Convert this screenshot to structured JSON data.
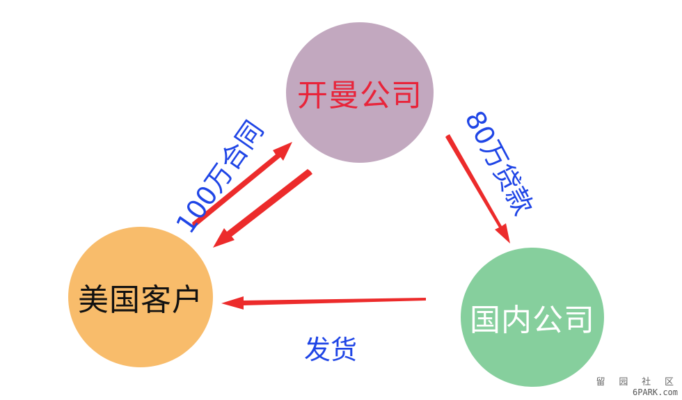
{
  "nodes": {
    "top": {
      "label": "开曼公司",
      "fill": "#c2a8bf",
      "text_color": "#e8243a"
    },
    "left": {
      "label": "美国客户",
      "fill": "#f8bc6b",
      "text_color": "#111111"
    },
    "right": {
      "label": "国内公司",
      "fill": "#86cf9d",
      "text_color": "#ffffff"
    }
  },
  "edges": {
    "contract": {
      "label": "100万合同",
      "from": "left",
      "to": "top"
    },
    "loan": {
      "label": "80万贷款",
      "from": "top",
      "to": "right"
    },
    "shipment": {
      "label": "发货",
      "from": "right",
      "to": "left"
    },
    "return": {
      "label": "",
      "from": "top",
      "to": "left"
    }
  },
  "colors": {
    "arrow": "#ec2b2b",
    "edge_label": "#1f45e6"
  },
  "watermark": {
    "line1": "留 园 社 区",
    "line2": "6PARK.com"
  }
}
